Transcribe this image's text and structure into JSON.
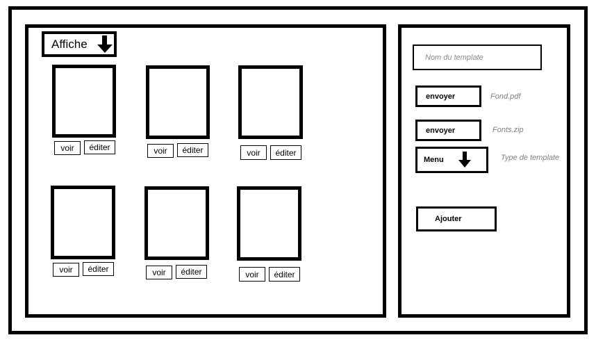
{
  "gallery": {
    "dropdown_label": "Affiche",
    "cards": [
      {
        "view_label": "voir",
        "edit_label": "éditer"
      },
      {
        "view_label": "voir",
        "edit_label": "éditer"
      },
      {
        "view_label": "voir",
        "edit_label": "éditer"
      },
      {
        "view_label": "voir",
        "edit_label": "éditer"
      },
      {
        "view_label": "voir",
        "edit_label": "éditer"
      },
      {
        "view_label": "voir",
        "edit_label": "éditer"
      }
    ]
  },
  "form": {
    "name_placeholder": "Nom du template",
    "upload_background_label": "envoyer",
    "upload_background_file": "Fond.pdf",
    "upload_fonts_label": "envoyer",
    "upload_fonts_file": "Fonts.zip",
    "menu_label": "Menu",
    "menu_caption": "Type de template",
    "add_label": "Ajouter"
  }
}
